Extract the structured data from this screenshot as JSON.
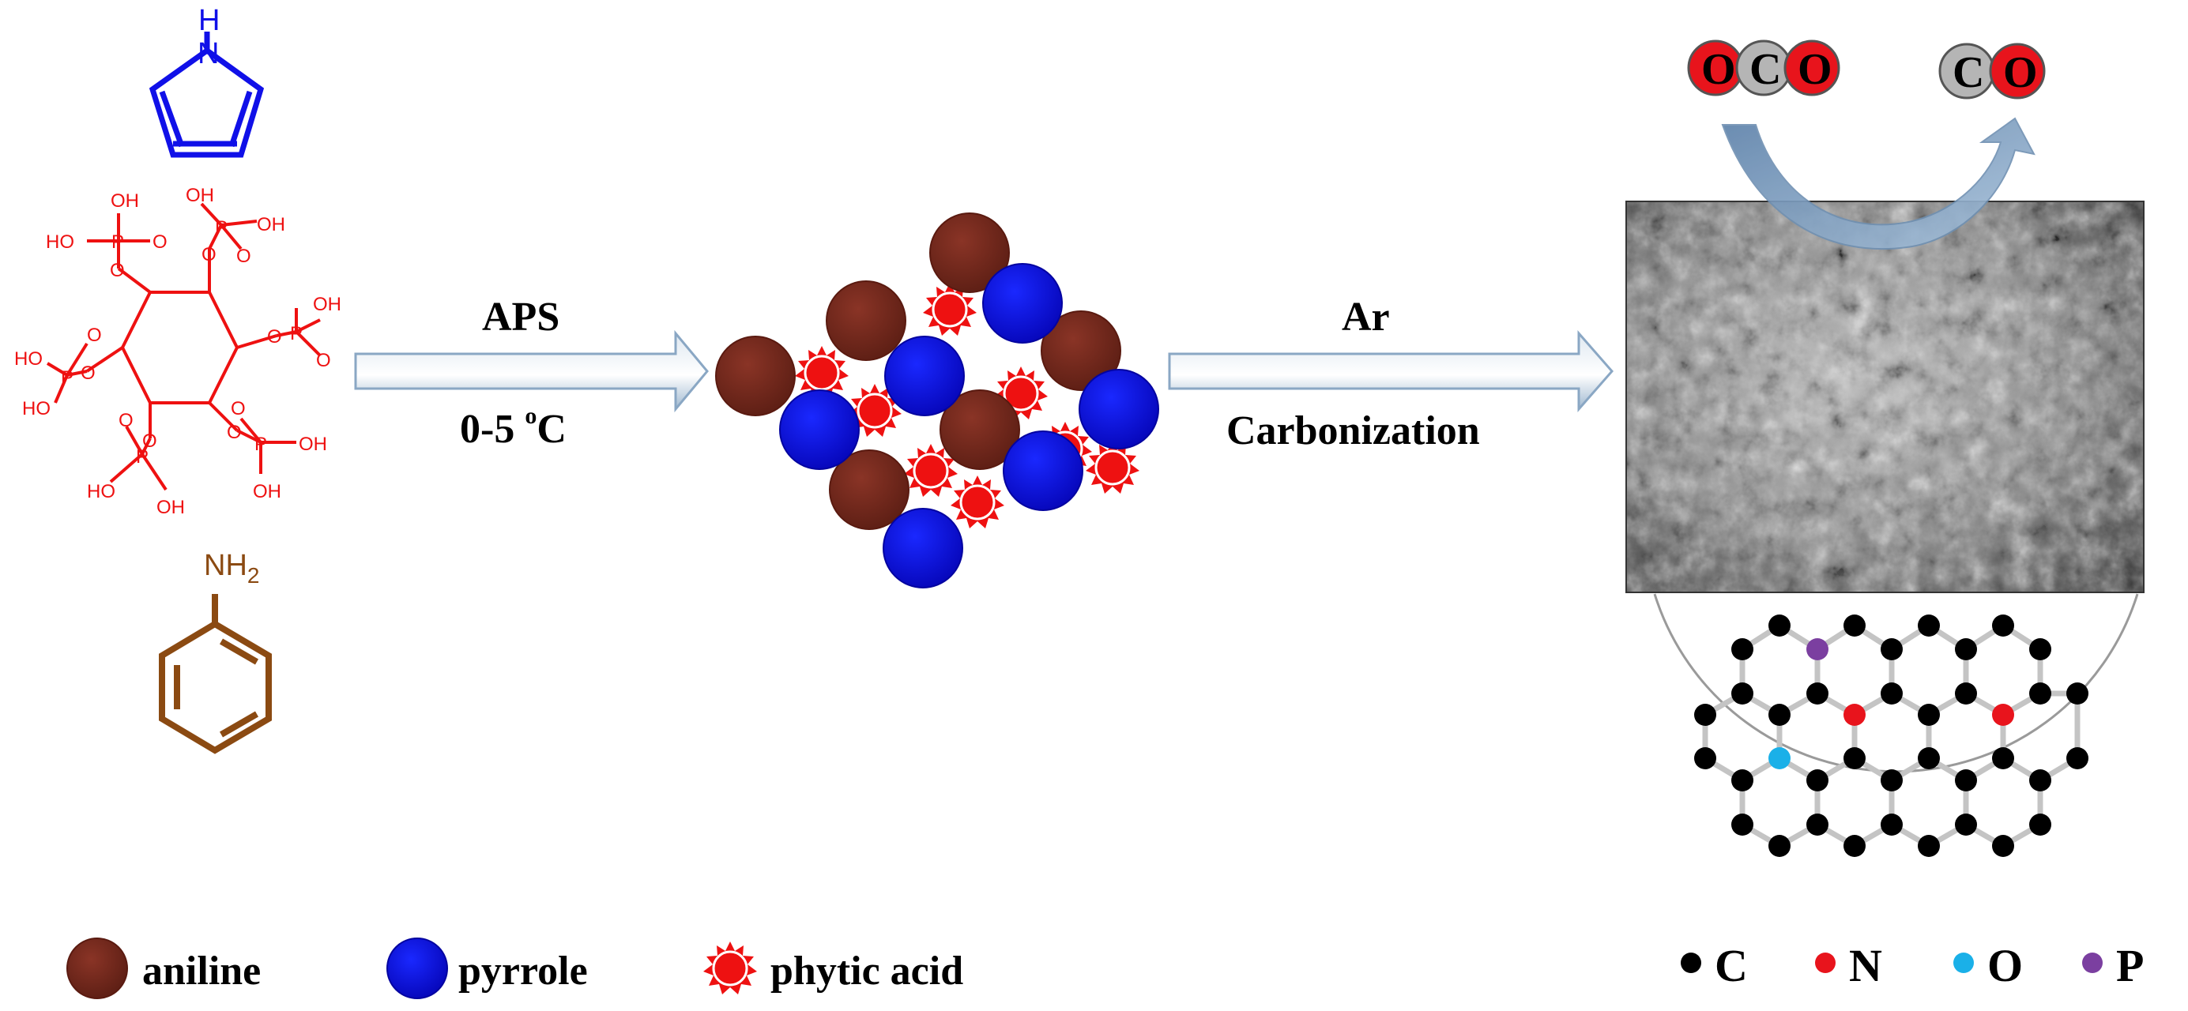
{
  "molecules": {
    "pyrrole_atom": "H",
    "pyrrole_atom2": "N",
    "aniline_group": "NH",
    "aniline_sub": "2",
    "phytic": {
      "oh": "OH",
      "ho": "HO",
      "p": "P",
      "o": "O"
    }
  },
  "step1": {
    "reagent": "APS",
    "temp_prefix": "0-5 ",
    "temp_deg": "o",
    "temp_unit": "C"
  },
  "step2": {
    "gas": "Ar",
    "process": "Carbonization"
  },
  "co2": {
    "left_o": "O",
    "c": "C",
    "right_o": "O"
  },
  "co": {
    "c": "C",
    "o": "O"
  },
  "legend": {
    "aniline": "aniline",
    "pyrrole": "pyrrole",
    "phytic_acid": "phytic acid"
  },
  "atom_legend": [
    {
      "symbol": "C",
      "color": "#000000"
    },
    {
      "symbol": "N",
      "color": "#e8141c"
    },
    {
      "symbol": "O",
      "color": "#1ab0e8"
    },
    {
      "symbol": "P",
      "color": "#7b3fa0"
    }
  ],
  "colors": {
    "aniline": "#7a2a1e",
    "pyrrole": "#0a10e0",
    "phytic": "#ee1111",
    "pyrrole_structure": "#1010e8",
    "aniline_structure": "#8b4a12",
    "arrow": "#b8cde0"
  }
}
